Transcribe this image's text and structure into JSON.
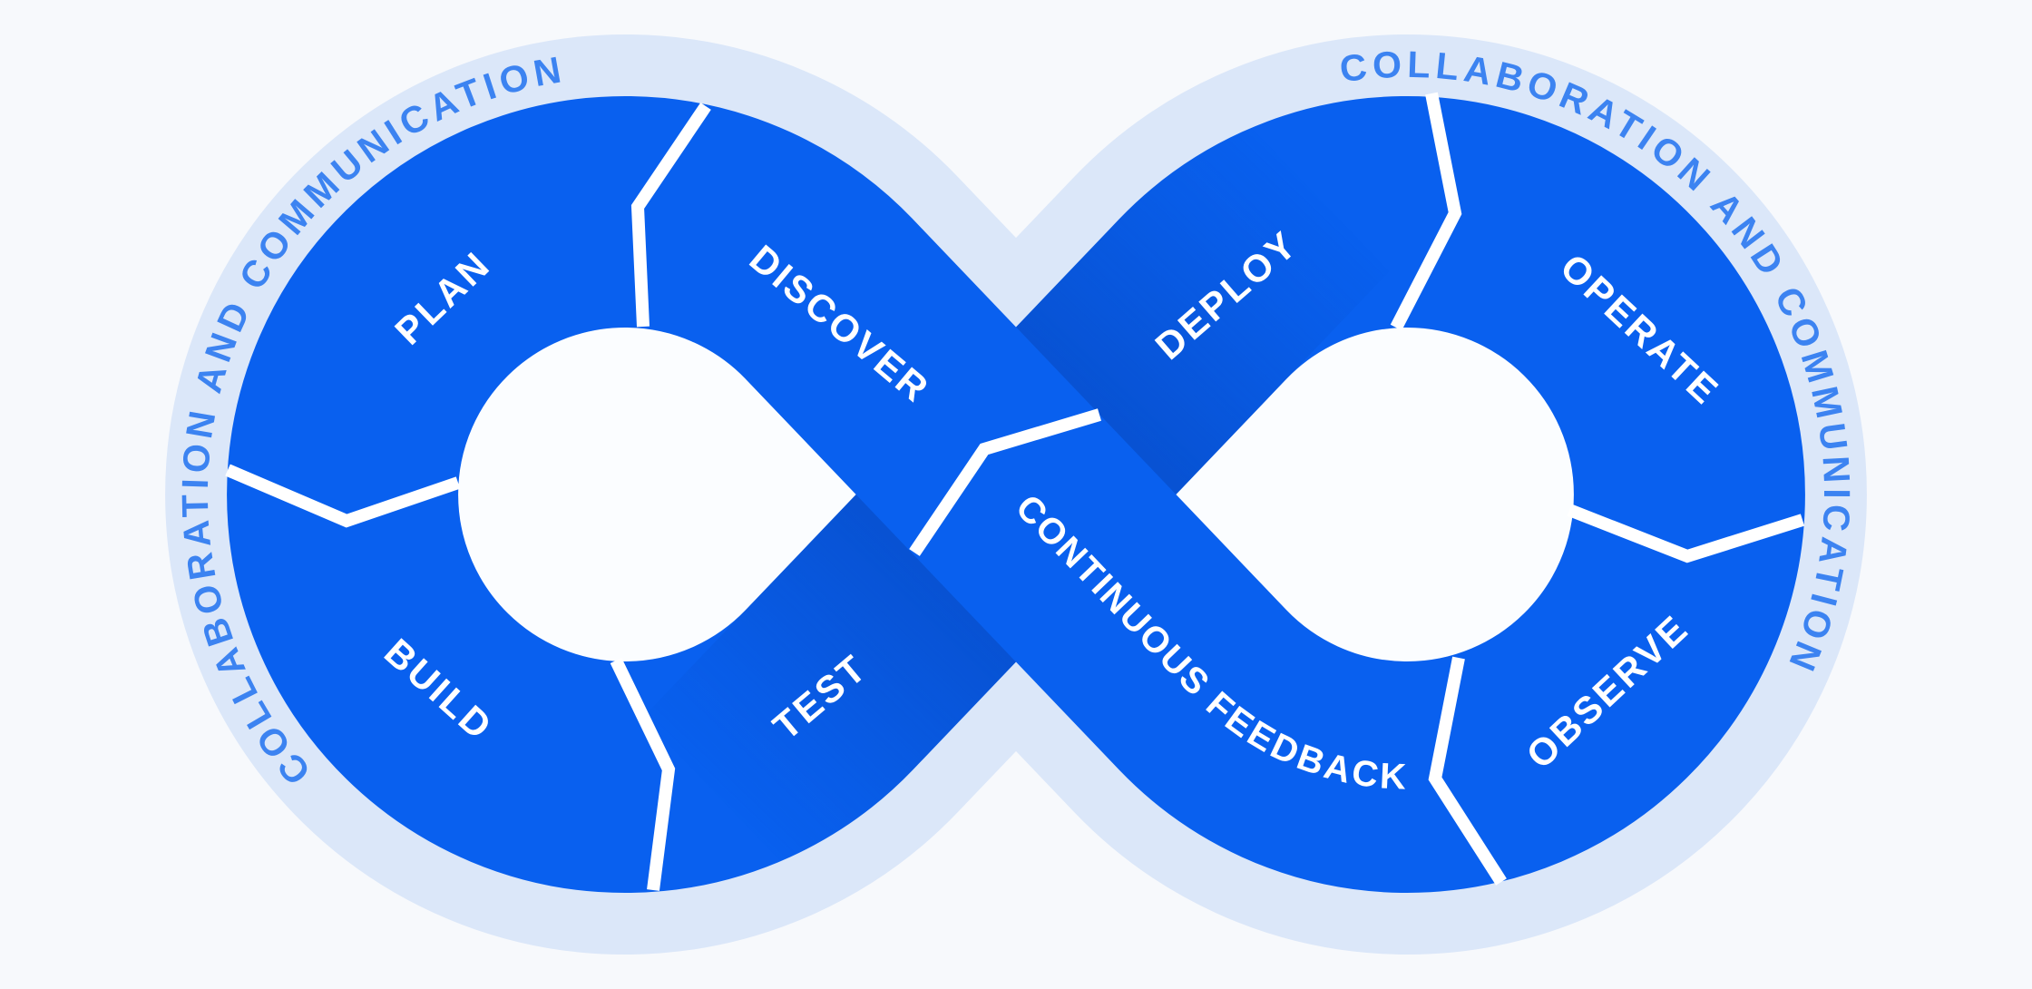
{
  "diagram": {
    "name": "devops-infinity-loop",
    "ring_text_left": "COLLABORATION AND COMMUNICATION",
    "ring_text_right": "COLLABORATION AND COMMUNICATION",
    "segments": {
      "plan": "PLAN",
      "discover": "DISCOVER",
      "build": "BUILD",
      "test": "TEST",
      "deploy": "DEPLOY",
      "operate": "OPERATE",
      "observe": "OBSERVE",
      "continuous_feedback": "CONTINUOUS FEEDBACK"
    },
    "colors": {
      "background": "#f7f9fc",
      "glow_ring": "#dbe7f9",
      "band_blue": "#0960ef",
      "band_shadow": "#0745b8",
      "divider_white": "#ffffff",
      "label_text": "#ffffff",
      "ring_text_blue": "#3c83f1",
      "hole_white": "#fbfdff"
    }
  }
}
